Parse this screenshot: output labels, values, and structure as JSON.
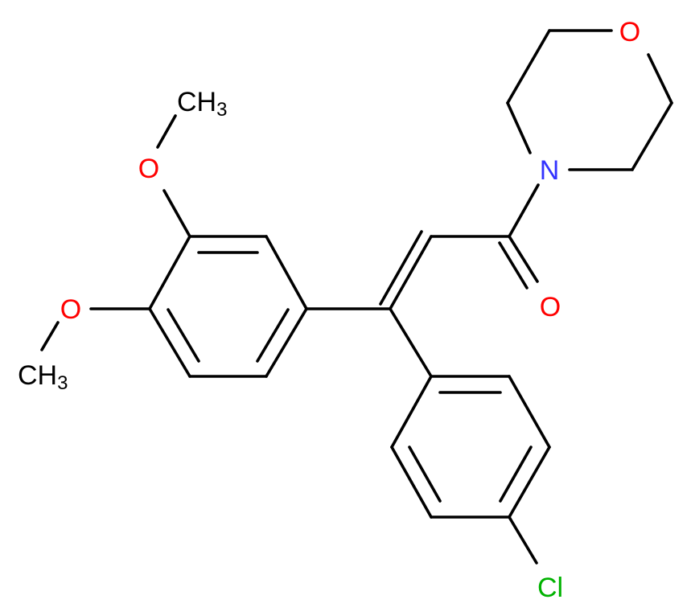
{
  "colors": {
    "bond": "#000000",
    "oxygen": "#ff0000",
    "nitrogen": "#3333ff",
    "chlorine": "#00b200",
    "carbon": "#000000"
  },
  "atoms": {
    "morpholine_o": "O",
    "morpholine_n": "N",
    "carbonyl_o": "O",
    "ether_o_upper": "O",
    "ether_o_lower": "O",
    "methyl_upper_main": "CH",
    "methyl_upper_sub": "3",
    "methyl_lower_main": "CH",
    "methyl_lower_sub": "3",
    "chlorine": "Cl"
  }
}
